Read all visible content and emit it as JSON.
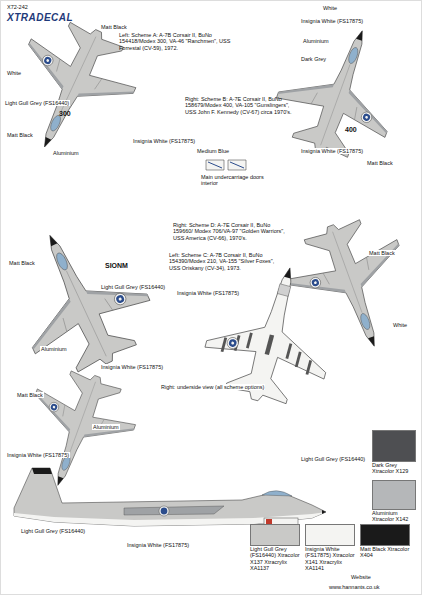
{
  "diagram": {
    "labels": [
      "X72-242",
      "XTRADECAL",
      "Left: Scheme A: A-7B Corsair II, BuNo 154418/Modex 300, VA-46 \"Ranchmen\", USS Forrestal (CV-59), 1972.",
      "Matt Black",
      "White",
      "Light Gull Grey (FS16440)",
      "Matt Black",
      "Aluminium",
      "Insignia White (FS17875)",
      "Right: Scheme B: A-7E Corsair II, BuNo 158679/Modex 400, VA-105 \"Gunslingers\", USS John F. Kennedy (CV-67) circa 1970's.",
      "White",
      "Insignia White (FS17875)",
      "Aluminium",
      "Dark Grey",
      "Matt Black",
      "Insignia White (FS17875)",
      "Medium Blue",
      "Main undercarriage doors interior",
      "Right: Scheme D: A-7E Corsair II, BuNo 159660/ Modex 706/VA-97 \"Golden Warriors\", USS America (CV-66), 1970's.",
      "Left: Scheme C: A-7B Corsair II, BuNo 154390/Modex 210, VA-155 \"Silver Foxes\", USS Oriskany (CV-34), 1973.",
      "Matt Black",
      "Light Gull Grey (FS16440)",
      "Aluminium",
      "Insignia White (FS17875)",
      "Matt Black",
      "White",
      "Insignia White (FS17875)",
      "Right: underside view (all scheme options)",
      "Matt Black",
      "Aluminium",
      "Insignia White (FS17875)",
      "Light Gull Grey (FS16440)",
      "Light Gull Grey (FS16440)",
      "Insignia White (FS17875)",
      "Website",
      "www.hannants.co.uk",
      "300",
      "400",
      "SIONM"
    ],
    "legend": [
      {
        "text": "Dark Grey Xtracolor X129",
        "color": "#4e4f52"
      },
      {
        "text": "Aluminium Xtracolor X142",
        "color": "#b5b7b9"
      },
      {
        "text": "Light Gull Grey (FS16440) Xtracolor X137 Xtracrylix XA1137",
        "color": "#c9c9c7"
      },
      {
        "text": "Insignia White (FS17875) Xtracolor X141 Xtracrylix XA1141",
        "color": "#f4f4f2"
      },
      {
        "text": "Matt Black Xtracolor X404",
        "color": "#1a1a1a"
      }
    ]
  }
}
